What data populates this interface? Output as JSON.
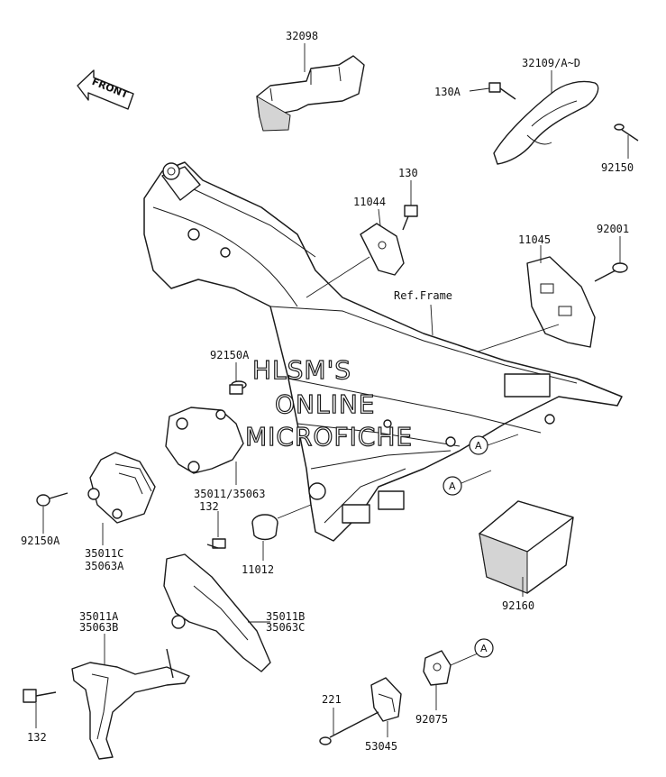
{
  "front_indicator": "FRONT",
  "watermark": [
    "HLSM'S",
    "ONLINE",
    "MICROFICHE"
  ],
  "reference_text": "Ref.Frame",
  "callout_letter": "A",
  "part_numbers": {
    "p32098": "32098",
    "p32109": "32109/A~D",
    "p130A": "130A",
    "p92150": "92150",
    "p130": "130",
    "p11044": "11044",
    "p11045": "11045",
    "p92001": "92001",
    "p92150A_top": "92150A",
    "p35011_35063": "35011/35063",
    "p92150A_left": "92150A",
    "p35011C": "35011C",
    "p35063A": "35063A",
    "p132_top": "132",
    "p11012": "11012",
    "p35011A": "35011A",
    "p35063B": "35063B",
    "p35011B": "35011B",
    "p35063C": "35063C",
    "p132_bottom": "132",
    "p92160": "92160",
    "p221": "221",
    "p92075": "92075",
    "p53045": "53045"
  }
}
